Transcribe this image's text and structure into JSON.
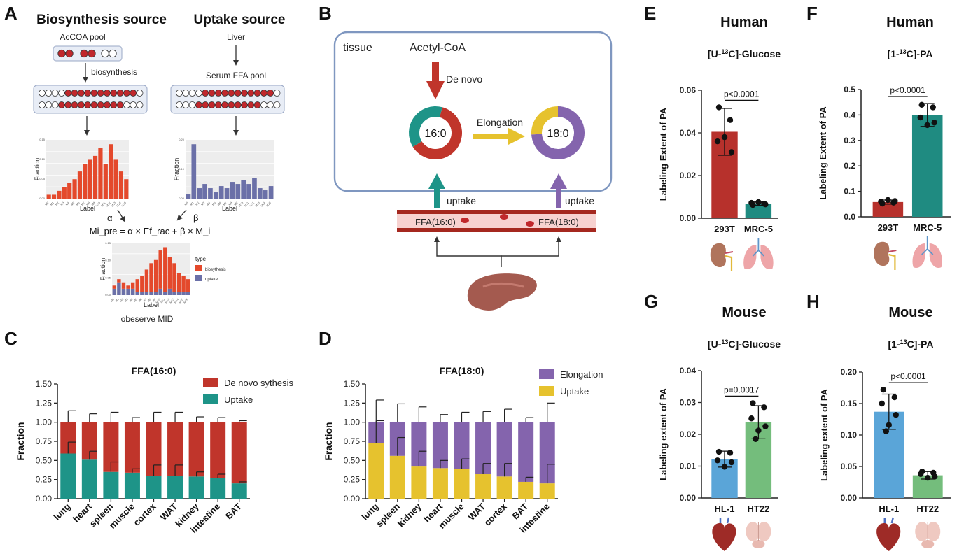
{
  "panel_letters": [
    "A",
    "B",
    "C",
    "D",
    "E",
    "F",
    "G",
    "H"
  ],
  "panelA": {
    "bio_title": "Biosynthesis source",
    "uptake_title": "Uptake source",
    "acoa_label": "AcCOA pool",
    "liver_label": "Liver",
    "biosynthesis_label": "biosynthesis",
    "serum_label": "Serum FFA pool",
    "fraction_label": "Fraction",
    "x_label": "Label",
    "alpha": "α",
    "beta": "β",
    "equation": "Mi_pre = α × Ef_rac + β × M_i",
    "legend_title": "type",
    "legend_items": [
      "biosythesis",
      "uptake"
    ],
    "observe_label": "obeserve MID",
    "colors": {
      "bio": "#e4492c",
      "uptake": "#6b70a8",
      "bead_red": "#c0282c"
    }
  },
  "panelB": {
    "tissue": "tissue",
    "acetyl": "Acetyl-CoA",
    "denovo": "De novo",
    "elongation": "Elongation",
    "ring1": "16:0",
    "ring2": "18:0",
    "uptake1": "uptake",
    "uptake2": "uptake",
    "ffa1": "FFA(16:0)",
    "ffa2": "FFA(18:0)",
    "ring1_fractions": [
      0.62,
      0.38
    ],
    "ring2_fractions": [
      0.74,
      0.26
    ]
  },
  "chart_data": [
    {
      "id": "C",
      "type": "bar",
      "title": "FFA(16:0)",
      "xlabel": "",
      "ylabel": "Fraction",
      "ylim": [
        0,
        1.5
      ],
      "yticks": [
        "0.00",
        "0.25",
        "0.50",
        "0.75",
        "1.00",
        "1.25",
        "1.50"
      ],
      "categories": [
        "lung",
        "heart",
        "spleen",
        "muscle",
        "cortex",
        "WAT",
        "kidney",
        "intestine",
        "BAT"
      ],
      "series": [
        {
          "name": "Uptake",
          "color": "#1e9488",
          "values": [
            0.59,
            0.51,
            0.35,
            0.34,
            0.3,
            0.3,
            0.29,
            0.27,
            0.2
          ],
          "error": [
            0.15,
            0.11,
            0.13,
            0.05,
            0.14,
            0.14,
            0.06,
            0.05,
            0.02
          ]
        },
        {
          "name": "De novo sythesis",
          "color": "#c0352b",
          "values": [
            0.41,
            0.49,
            0.65,
            0.66,
            0.7,
            0.7,
            0.71,
            0.73,
            0.8
          ],
          "error": [
            0.15,
            0.11,
            0.13,
            0.06,
            0.13,
            0.13,
            0.07,
            0.06,
            0.02
          ]
        }
      ],
      "legend_position": "top-right"
    },
    {
      "id": "D",
      "type": "bar",
      "title": "FFA(18:0)",
      "xlabel": "",
      "ylabel": "Fraction",
      "ylim": [
        0,
        1.5
      ],
      "yticks": [
        "0.00",
        "0.25",
        "0.50",
        "0.75",
        "1.00",
        "1.25",
        "1.50"
      ],
      "categories": [
        "lung",
        "spleen",
        "kidney",
        "heart",
        "muscle",
        "WAT",
        "cortex",
        "BAT",
        "intestine"
      ],
      "series": [
        {
          "name": "Uptake",
          "color": "#e6c22e",
          "values": [
            0.73,
            0.56,
            0.42,
            0.4,
            0.39,
            0.32,
            0.29,
            0.22,
            0.2
          ],
          "error": [
            0.29,
            0.24,
            0.2,
            0.1,
            0.13,
            0.14,
            0.17,
            0.06,
            0.25
          ]
        },
        {
          "name": "Elongation",
          "color": "#8464ad",
          "values": [
            0.27,
            0.44,
            0.58,
            0.6,
            0.61,
            0.68,
            0.71,
            0.78,
            0.8
          ],
          "error": [
            0.29,
            0.24,
            0.2,
            0.1,
            0.13,
            0.14,
            0.17,
            0.06,
            0.25
          ]
        }
      ],
      "legend_position": "top-right"
    },
    {
      "id": "E",
      "type": "bar",
      "title": "Human",
      "subtitle": "[U-13C]-Glucose",
      "ylabel": "Labeling Extent of PA",
      "ylim": [
        0,
        0.06
      ],
      "yticks": [
        "0.00",
        "0.02",
        "0.04",
        "0.06"
      ],
      "categories": [
        "293T",
        "MRC-5"
      ],
      "values": [
        0.0405,
        0.0068
      ],
      "error": [
        0.011,
        0.0008
      ],
      "points": [
        [
          0.052,
          0.046,
          0.036,
          0.031,
          0.038
        ],
        [
          0.0062,
          0.0068,
          0.0072,
          0.0065,
          0.0075
        ]
      ],
      "colors": [
        "#b7312c",
        "#1f8b81"
      ],
      "pvalue": "p<0.0001",
      "organs": [
        "kidney",
        "lung"
      ]
    },
    {
      "id": "F",
      "type": "bar",
      "title": "Human",
      "subtitle": "[1-13C]-PA",
      "ylabel": "Labeling Extent of PA",
      "ylim": [
        0,
        0.5
      ],
      "yticks": [
        "0.0",
        "0.1",
        "0.2",
        "0.3",
        "0.4",
        "0.5"
      ],
      "categories": [
        "293T",
        "MRC-5"
      ],
      "values": [
        0.058,
        0.4
      ],
      "error": [
        0.008,
        0.045
      ],
      "points": [
        [
          0.052,
          0.056,
          0.06,
          0.062,
          0.066
        ],
        [
          0.44,
          0.43,
          0.39,
          0.37,
          0.36
        ]
      ],
      "colors": [
        "#b7312c",
        "#1f8b81"
      ],
      "pvalue": "p<0.0001",
      "organs": [
        "kidney",
        "lung"
      ]
    },
    {
      "id": "G",
      "type": "bar",
      "title": "Mouse",
      "subtitle": "[U-13C]-Glucose",
      "ylabel": "Labeling extent of PA",
      "ylim": [
        0,
        0.04
      ],
      "yticks": [
        "0.00",
        "0.01",
        "0.02",
        "0.03",
        "0.04"
      ],
      "categories": [
        "HL-1",
        "HT22"
      ],
      "values": [
        0.0122,
        0.0238
      ],
      "error": [
        0.0025,
        0.0052
      ],
      "points": [
        [
          0.0145,
          0.0142,
          0.0118,
          0.0112,
          0.0098
        ],
        [
          0.0298,
          0.0285,
          0.025,
          0.0225,
          0.0212,
          0.0185
        ]
      ],
      "colors": [
        "#5aa5d8",
        "#74bd7c"
      ],
      "pvalue": "p=0.0017",
      "organs": [
        "heart",
        "brain"
      ]
    },
    {
      "id": "H",
      "type": "bar",
      "title": "Mouse",
      "subtitle": "[1-13C]-PA",
      "ylabel": "Labeling extent of PA",
      "ylim": [
        0,
        0.2
      ],
      "yticks": [
        "0.00",
        "0.05",
        "0.10",
        "0.15",
        "0.20"
      ],
      "categories": [
        "HL-1",
        "HT22"
      ],
      "values": [
        0.137,
        0.036
      ],
      "error": [
        0.028,
        0.006
      ],
      "points": [
        [
          0.172,
          0.16,
          0.15,
          0.132,
          0.116,
          0.106
        ],
        [
          0.042,
          0.04,
          0.038,
          0.034,
          0.032
        ]
      ],
      "colors": [
        "#5aa5d8",
        "#74bd7c"
      ],
      "pvalue": "p<0.0001",
      "organs": [
        "heart",
        "brain"
      ]
    }
  ]
}
